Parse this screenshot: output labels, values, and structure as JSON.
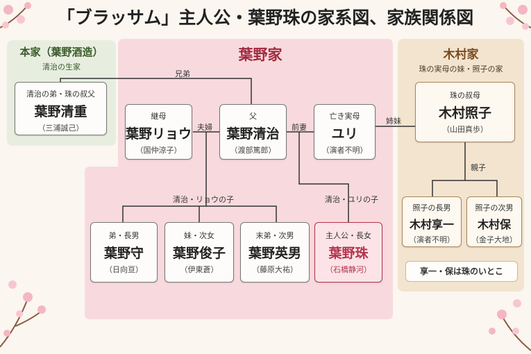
{
  "title": "「ブラッサム」主人公・葉野珠の家系図、家族関係図",
  "honke": {
    "title": "本家（葉野酒造）",
    "sub": "清治の生家"
  },
  "hano": {
    "title": "葉野家"
  },
  "kimura": {
    "title": "木村家",
    "sub": "珠の実母の妹・照子の家"
  },
  "nodes": {
    "kiyoshige": {
      "role": "清治の弟・珠の叔父",
      "name": "葉野清重",
      "actor": "（三浦誠己）"
    },
    "ryou": {
      "role": "継母",
      "name": "葉野リョウ",
      "actor": "（国仲涼子）"
    },
    "seiji": {
      "role": "父",
      "name": "葉野清治",
      "actor": "（渡部篤郎）"
    },
    "yuri": {
      "role": "亡き実母",
      "name": "ユリ",
      "actor": "（演者不明）"
    },
    "teruko": {
      "role": "珠の叔母",
      "name": "木村照子",
      "actor": "（山田真歩）"
    },
    "mamoru": {
      "role": "弟・長男",
      "name": "葉野守",
      "actor": "（日向亘）"
    },
    "toshiko": {
      "role": "妹・次女",
      "name": "葉野俊子",
      "actor": "（伊東蒼）"
    },
    "hideo": {
      "role": "末弟・次男",
      "name": "葉野英男",
      "actor": "（藤原大祐）"
    },
    "tama": {
      "role": "主人公・長女",
      "name": "葉野珠",
      "actor": "（石橋静河）"
    },
    "kyoichi": {
      "role": "照子の長男",
      "name": "木村享一",
      "actor": "（演者不明）"
    },
    "tamotsu": {
      "role": "照子の次男",
      "name": "木村保",
      "actor": "（金子大地）"
    }
  },
  "labels": {
    "brothers": "兄弟",
    "couple": "夫婦",
    "former_wife": "前妻",
    "sisters": "姉妹",
    "children_ryou": "清治・リョウの子",
    "children_yuri": "清治・ユリの子",
    "parent_child": "親子"
  },
  "note": "享一・保は珠のいとこ",
  "colors": {
    "hano_panel": "#f7d5da",
    "honke_panel": "#e7eee0",
    "kimura_panel": "#f3e4cf",
    "hero": "#b3344c"
  }
}
